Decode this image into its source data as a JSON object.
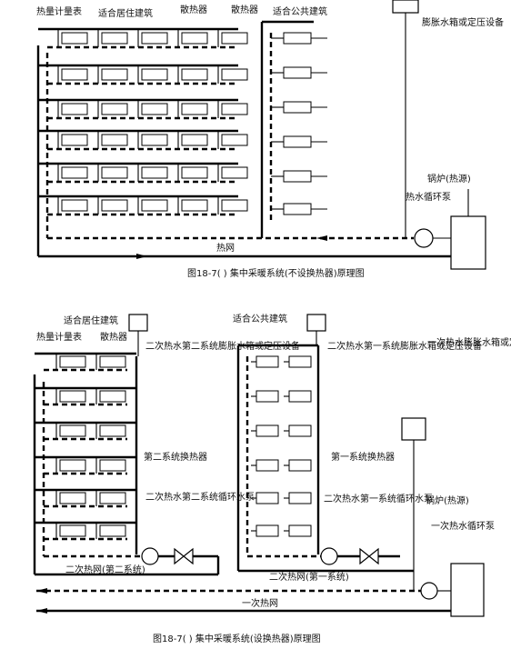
{
  "fig_a": {
    "label_meter": "热量计量表",
    "label_residential": "适合居住建筑",
    "label_radiator": "散热器",
    "label_radiator2": "散热器",
    "label_public": "适合公共建筑",
    "label_expansion": "膨胀水箱或定压设备",
    "label_boiler": "锅炉(热源)",
    "label_pump": "热水循环泵",
    "label_network": "热网",
    "caption": "图18-7(  )  集中采暖系统(不设换热器)原理图"
  },
  "fig_b": {
    "label_residential": "适合居住建筑",
    "label_meter": "热量计量表",
    "label_radiator": "散热器",
    "label_public": "适合公共建筑",
    "label_exp2_left": "二次热水第二系统膨胀水箱或定压设备",
    "label_exp2_right": "二次热水第一系统膨胀水箱或定压设备",
    "label_exp1": "一次热水膨胀水箱或定压设备",
    "label_hx_left": "第二系统换热器",
    "label_pump_left": "二次热水第二系统循环水泵",
    "label_hx_right": "第一系统换热器",
    "label_pump_right": "二次热水第一系统循环水泵",
    "label_boiler": "锅炉(热源)",
    "label_pump_primary": "一次热水循环泵",
    "label_net_left": "二次热网(第二系统)",
    "label_net_right": "二次热网(第一系统)",
    "label_net_primary": "一次热网",
    "caption": "图18-7(  )  集中采暖系统(设换热器)原理图"
  }
}
